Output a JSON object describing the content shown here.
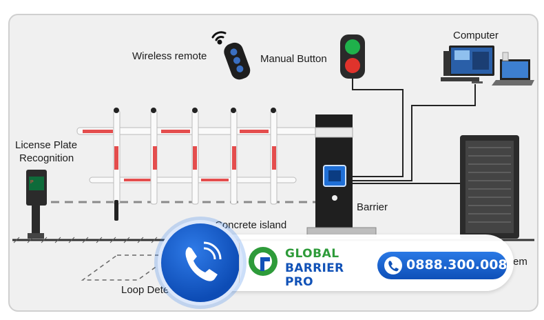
{
  "labels": {
    "wireless_remote": "Wireless remote",
    "manual_button": "Manual Button",
    "computer": "Computer",
    "license_plate_line1": "License Plate",
    "license_plate_line2": "Recognition",
    "barrier": "Barrier",
    "concrete_island": "Concrete island",
    "loop_detector_partial": "Loop Dete",
    "system_partial": "em"
  },
  "banner": {
    "brand_line1": "GLOBAL",
    "brand_line2": "BARRIER PRO",
    "phone": "0888.300.008"
  },
  "colors": {
    "brand_green": "#2e9b3a",
    "brand_blue": "#1152b7",
    "fence_red": "#e44d4d",
    "light_green": "#1fb14b",
    "light_red": "#e0332c"
  }
}
